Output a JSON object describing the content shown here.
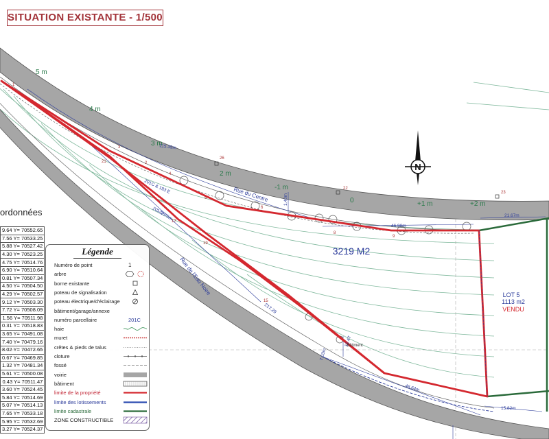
{
  "title": "SITUATION EXISTANTE - 1/500",
  "coordinates": {
    "heading": "ordonnées",
    "rows": [
      "9.64 Y= 70552.65",
      "7.56 Y= 70533.25",
      "5.88 Y= 70527.42",
      "4.30 Y= 70523.25",
      "4.75 Y= 70514.76",
      "6.90 Y= 70510.64",
      "0.81 Y= 70507.34",
      "4.50 Y= 70504.50",
      "4.29 Y= 70502.57",
      "9.12 Y= 70503.30",
      "7.72 Y= 70508.09",
      "1.56 Y= 70511.98",
      "0.31 Y= 70518.83",
      "3.65 Y= 70491.08",
      "7.40 Y= 70479.16",
      "8.02 Y= 70472.65",
      "0.67 Y= 70469.85",
      "1.32 Y= 70481.34",
      "5.61 Y= 70500.08",
      "0.43 Y= 70511.47",
      "3.60 Y= 70524.45",
      "5.84 Y= 70514.69",
      "5.07 Y= 70514.13",
      "7.65 Y= 70533.18",
      "5.95 Y= 70532.69",
      "3.27 Y= 70524.37"
    ]
  },
  "legend": {
    "title": "Légende",
    "items": [
      {
        "label": "Numéro de point",
        "symbol": "number",
        "text": "1"
      },
      {
        "label": "arbre",
        "symbol": "tree"
      },
      {
        "label": "borne existante",
        "symbol": "square"
      },
      {
        "label": "poteau de signalisation",
        "symbol": "triangle"
      },
      {
        "label": "poteau électrique/d'éclairage",
        "symbol": "circle-slash"
      },
      {
        "label": "bâtiment/garage/annexe",
        "symbol": "none"
      },
      {
        "label": "numéro parcellaire",
        "symbol": "code",
        "text": "201C"
      },
      {
        "label": "haie",
        "symbol": "hedge"
      },
      {
        "label": "muret",
        "symbol": "wall"
      },
      {
        "label": "crêtes & pieds de talus",
        "symbol": "slope"
      },
      {
        "label": "cloture",
        "symbol": "fence"
      },
      {
        "label": "fossé",
        "symbol": "ditch"
      },
      {
        "label": "voirie",
        "symbol": "road"
      },
      {
        "label": "bâtiment",
        "symbol": "building"
      },
      {
        "label": "limite de la propriété",
        "symbol": "red-line"
      },
      {
        "label": "limite des lotissements",
        "symbol": "blue-line"
      },
      {
        "label": "limite cadastrale",
        "symbol": "green-line"
      },
      {
        "label": "ZONE CONSTRUCTIBLE",
        "symbol": "hatch"
      }
    ]
  },
  "map": {
    "area_label": "3219 M2",
    "lot": {
      "name": "LOT 5",
      "area": "1113 m2",
      "status": "VENDU"
    },
    "streets": [
      "Rue du Centre",
      "Rue de l'Eau Noire"
    ],
    "parcel_code": "201C & 193 E",
    "contours": [
      "5 m",
      "4 m",
      "3 m",
      "2 m",
      "-1 m",
      "0",
      "+1 m",
      "+2 m"
    ],
    "dimensions": [
      "115.39m",
      "137.70m",
      "217.29",
      "46.90m",
      "21.67m",
      "46.64m",
      "15.82m",
      "7.03m",
      "1.40m",
      "20 - 15",
      "12.47"
    ],
    "point_numbers": [
      "1",
      "2",
      "3",
      "4",
      "5",
      "6",
      "8",
      "9",
      "15",
      "17",
      "19",
      "21",
      "22",
      "23",
      "26"
    ],
    "north": "N",
    "misc": "Bâtiment",
    "colors": {
      "property_limit": "#d4282f",
      "lot_limit": "#2a3a9a",
      "cadastral_limit": "#2a6a3a",
      "road": "#a6a6a6",
      "contour": "#7fb89c",
      "title": "#a3343a"
    }
  }
}
